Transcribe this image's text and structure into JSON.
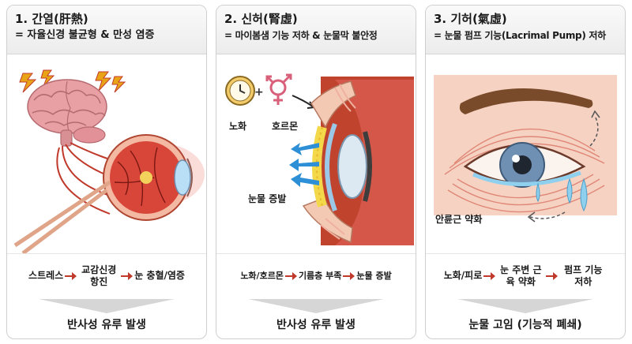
{
  "panels": [
    {
      "title": "1. 간열(肝熱)",
      "subtitle": "= 자율신경 불균형 & 만성 염증",
      "flow": [
        "스트레스",
        "교감신경 항진",
        "눈 충혈/염증"
      ],
      "result": "반사성 유루 발생",
      "icons": [
        "brain-icon",
        "lightning-icon",
        "eye-cross-section-icon"
      ]
    },
    {
      "title": "2. 신허(腎虛)",
      "subtitle": "= 마이봄샘 기능 저하 & 눈물막 불안정",
      "labels": {
        "aging": "노화",
        "hormone": "호르몬",
        "evaporation": "눈물 증발"
      },
      "flow": [
        "노화/호르몬",
        "기름층 부족",
        "눈물 증발"
      ],
      "result": "반사성 유루 발생",
      "icons": [
        "clock-icon",
        "gender-symbol-icon",
        "eyelid-cross-section-icon"
      ]
    },
    {
      "title": "3. 기허(氣虛)",
      "subtitle": "= 눈물 펌프 기능(Lacrimal Pump) 저하",
      "labels": {
        "muscle": "안륜근 약화"
      },
      "flow": [
        "노화/피로",
        "눈 주변 근육 약화",
        "펌프 기능 저하"
      ],
      "result": "눈물 고임 (기능적 폐쇄)",
      "icons": [
        "watery-eye-icon",
        "eyebrow-icon",
        "tear-drop-icon"
      ]
    }
  ],
  "colors": {
    "flow_arrow": "#c0392b",
    "header_bg": "#eeeeee",
    "brain_pink": "#e8a0a4",
    "eye_red": "#d8463a",
    "lightning": "#e8a317",
    "blue_arrow": "#2d8fd5",
    "oil_yellow": "#f3d94a",
    "skin": "#f4c9b3",
    "iris_blue": "#6f90b2",
    "tear_blue": "#8fd0ee"
  }
}
